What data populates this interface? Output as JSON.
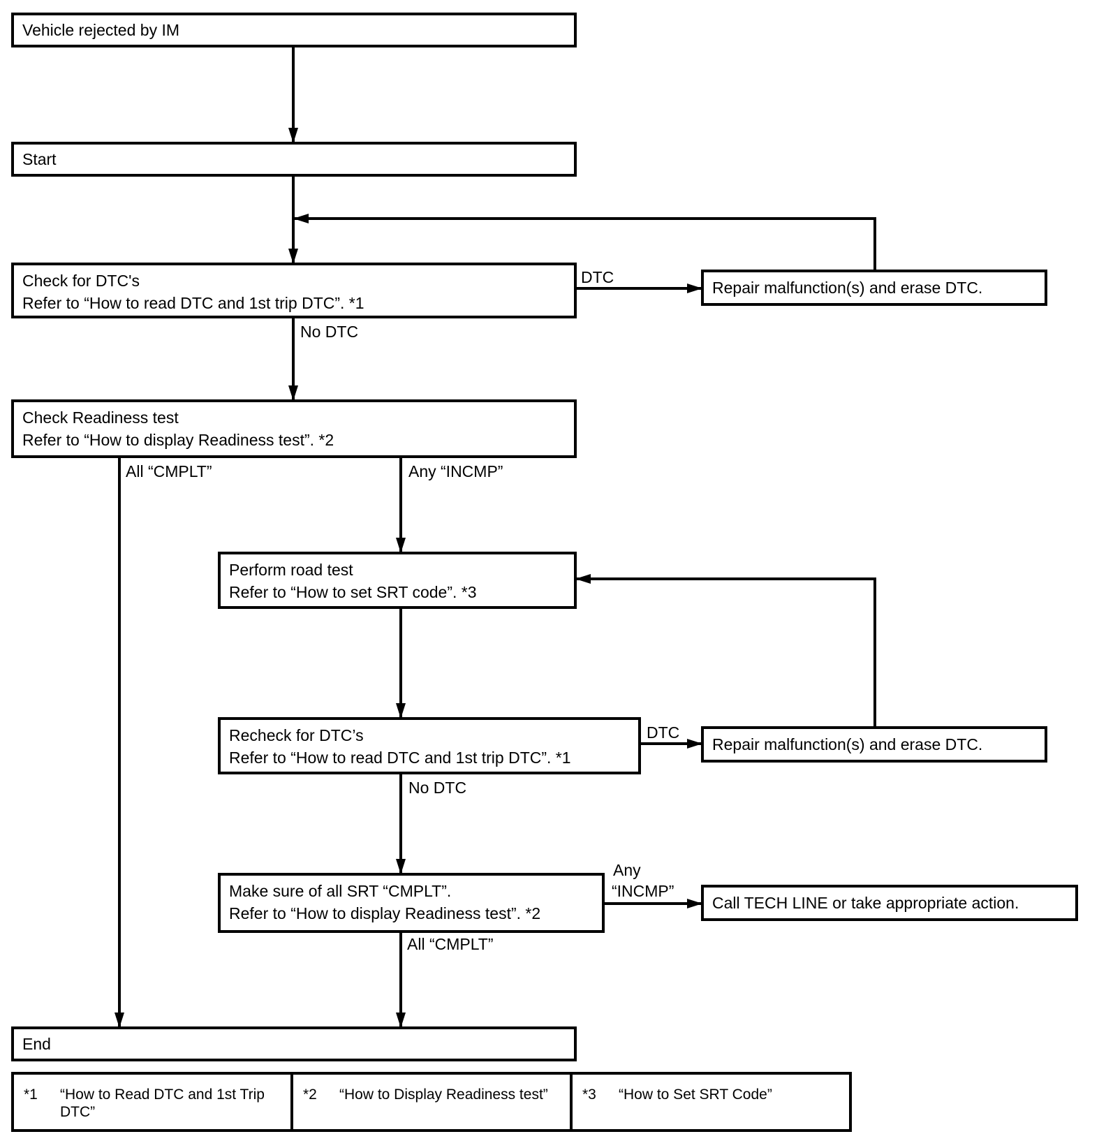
{
  "boxes": {
    "vehicle_rejected": "Vehicle rejected by IM",
    "start": "Start",
    "check_dtc": {
      "line1": "Check for DTC's",
      "line2": "Refer to “How to read DTC and 1st trip DTC”. *1"
    },
    "repair_1": "Repair malfunction(s) and erase DTC.",
    "check_readiness": {
      "line1": "Check Readiness test",
      "line2": "Refer to “How to display Readiness test”. *2"
    },
    "road_test": {
      "line1": "Perform road test",
      "line2": "Refer to “How to set SRT code”. *3"
    },
    "recheck_dtc": {
      "line1": "Recheck for DTC’s",
      "line2": "Refer to “How to read DTC and 1st trip DTC”. *1"
    },
    "repair_2": "Repair malfunction(s) and erase DTC.",
    "make_sure": {
      "line1": "Make sure of all SRT “CMPLT”.",
      "line2": "Refer to “How to display Readiness test”. *2"
    },
    "call_tech": "Call TECH LINE or take appropriate action.",
    "end": "End"
  },
  "edge_labels": {
    "dtc_1": "DTC",
    "no_dtc_1": "No DTC",
    "all_cmplt_1": "All “CMPLT”",
    "any_incmp_1": "Any “INCMP”",
    "dtc_2": "DTC",
    "no_dtc_2": "No DTC",
    "any_incmp_2_line1": "Any",
    "any_incmp_2_line2": "“INCMP”",
    "all_cmplt_2": "All “CMPLT”"
  },
  "footnotes": [
    {
      "num": "*1",
      "text": "“How to Read DTC and 1st Trip DTC”"
    },
    {
      "num": "*2",
      "text": "“How to Display Readiness test”"
    },
    {
      "num": "*3",
      "text": "“How to Set SRT Code”"
    }
  ]
}
